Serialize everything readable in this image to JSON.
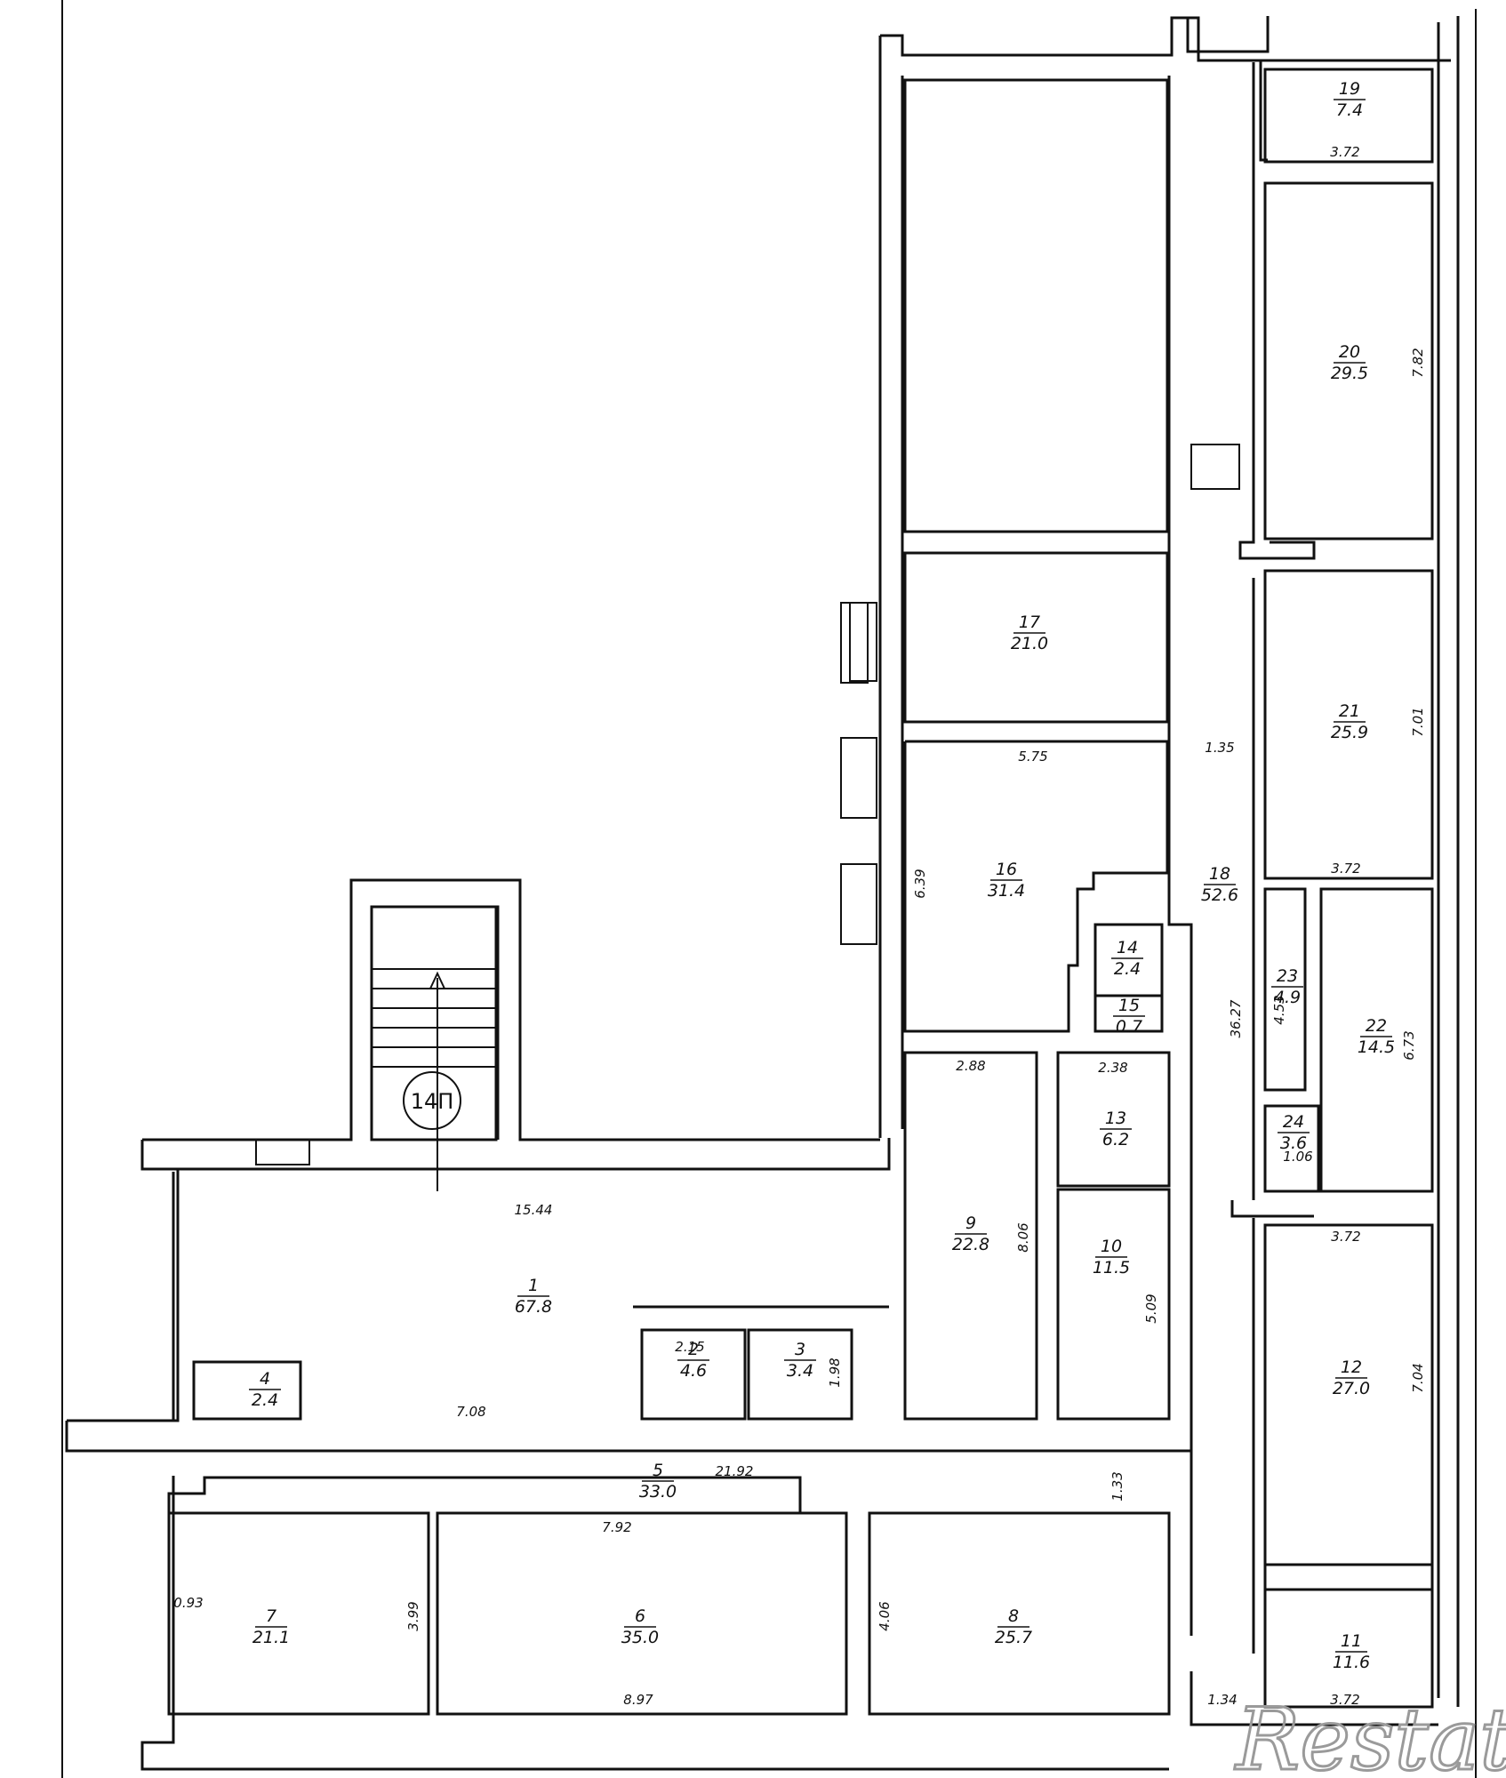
{
  "rooms": [
    {
      "num": "1",
      "area": "67.8"
    },
    {
      "num": "2",
      "area": "4.6"
    },
    {
      "num": "3",
      "area": "3.4"
    },
    {
      "num": "4",
      "area": "2.4"
    },
    {
      "num": "5",
      "area": "33.0"
    },
    {
      "num": "6",
      "area": "35.0"
    },
    {
      "num": "7",
      "area": "21.1"
    },
    {
      "num": "8",
      "area": "25.7"
    },
    {
      "num": "9",
      "area": "22.8"
    },
    {
      "num": "10",
      "area": "11.5"
    },
    {
      "num": "11",
      "area": "11.6"
    },
    {
      "num": "12",
      "area": "27.0"
    },
    {
      "num": "13",
      "area": "6.2"
    },
    {
      "num": "14",
      "area": "2.4"
    },
    {
      "num": "15",
      "area": "0.7"
    },
    {
      "num": "16",
      "area": "31.4"
    },
    {
      "num": "17",
      "area": "21.0"
    },
    {
      "num": "18",
      "area": "52.6"
    },
    {
      "num": "19",
      "area": "7.4"
    },
    {
      "num": "20",
      "area": "29.5"
    },
    {
      "num": "21",
      "area": "25.9"
    },
    {
      "num": "22",
      "area": "14.5"
    },
    {
      "num": "23",
      "area": "4.9"
    },
    {
      "num": "24",
      "area": "3.6"
    }
  ],
  "dimensions": [
    "3.72",
    "7.82",
    "5.75",
    "1.35",
    "7.01",
    "3.72",
    "6.39",
    "36.27",
    "2.88",
    "2.38",
    "4.53",
    "6.73",
    "1.06",
    "15.44",
    "8.06",
    "3.72",
    "5.09",
    "7.04",
    "2.15",
    "1.98",
    "7.08",
    "21.92",
    "1.33",
    "7.92",
    "0.93",
    "3.99",
    "4.06",
    "8.97",
    "1.34",
    "3.72"
  ],
  "stair_mark": "14П",
  "watermark": "Restate"
}
